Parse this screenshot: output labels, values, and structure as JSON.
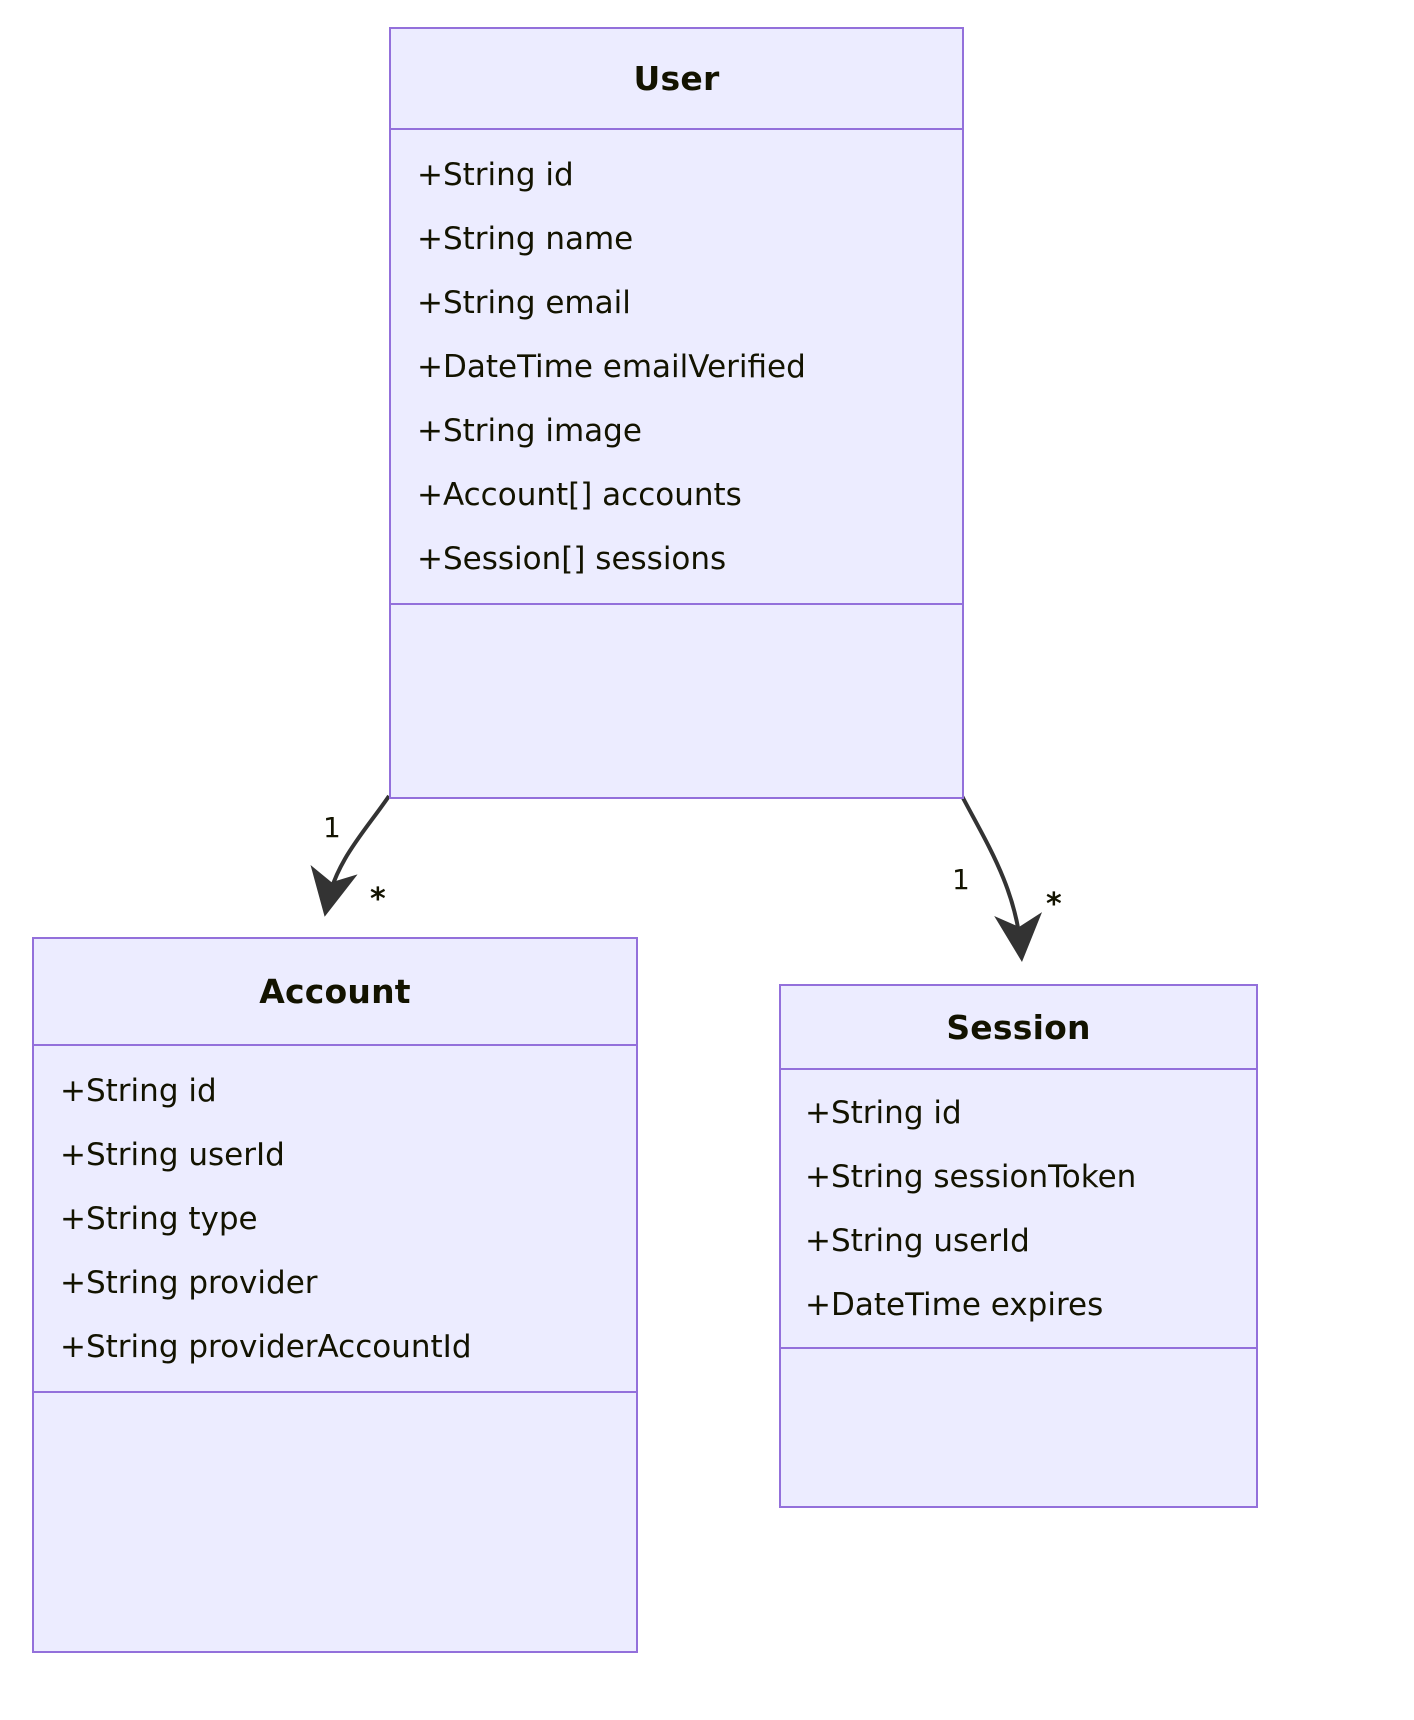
{
  "diagram": {
    "type": "uml-class-diagram",
    "colors": {
      "background": "#FFFFFF",
      "class_fill": "#ECECFF",
      "class_border": "#9370DB",
      "text": "#131300",
      "edge": "#333333"
    },
    "classes": [
      {
        "id": "user",
        "name": "User",
        "attributes": [
          "+String id",
          "+String name",
          "+String email",
          "+DateTime emailVerified",
          "+String image",
          "+Account[] accounts",
          "+Session[] sessions"
        ],
        "methods": []
      },
      {
        "id": "account",
        "name": "Account",
        "attributes": [
          "+String id",
          "+String userId",
          "+String type",
          "+String provider",
          "+String providerAccountId"
        ],
        "methods": []
      },
      {
        "id": "session",
        "name": "Session",
        "attributes": [
          "+String id",
          "+String sessionToken",
          "+String userId",
          "+DateTime expires"
        ],
        "methods": []
      }
    ],
    "relations": [
      {
        "id": "user-account",
        "from": "User",
        "to": "Account",
        "from_cardinality": "1",
        "to_cardinality": "*"
      },
      {
        "id": "user-session",
        "from": "User",
        "to": "Session",
        "from_cardinality": "1",
        "to_cardinality": "*"
      }
    ]
  }
}
